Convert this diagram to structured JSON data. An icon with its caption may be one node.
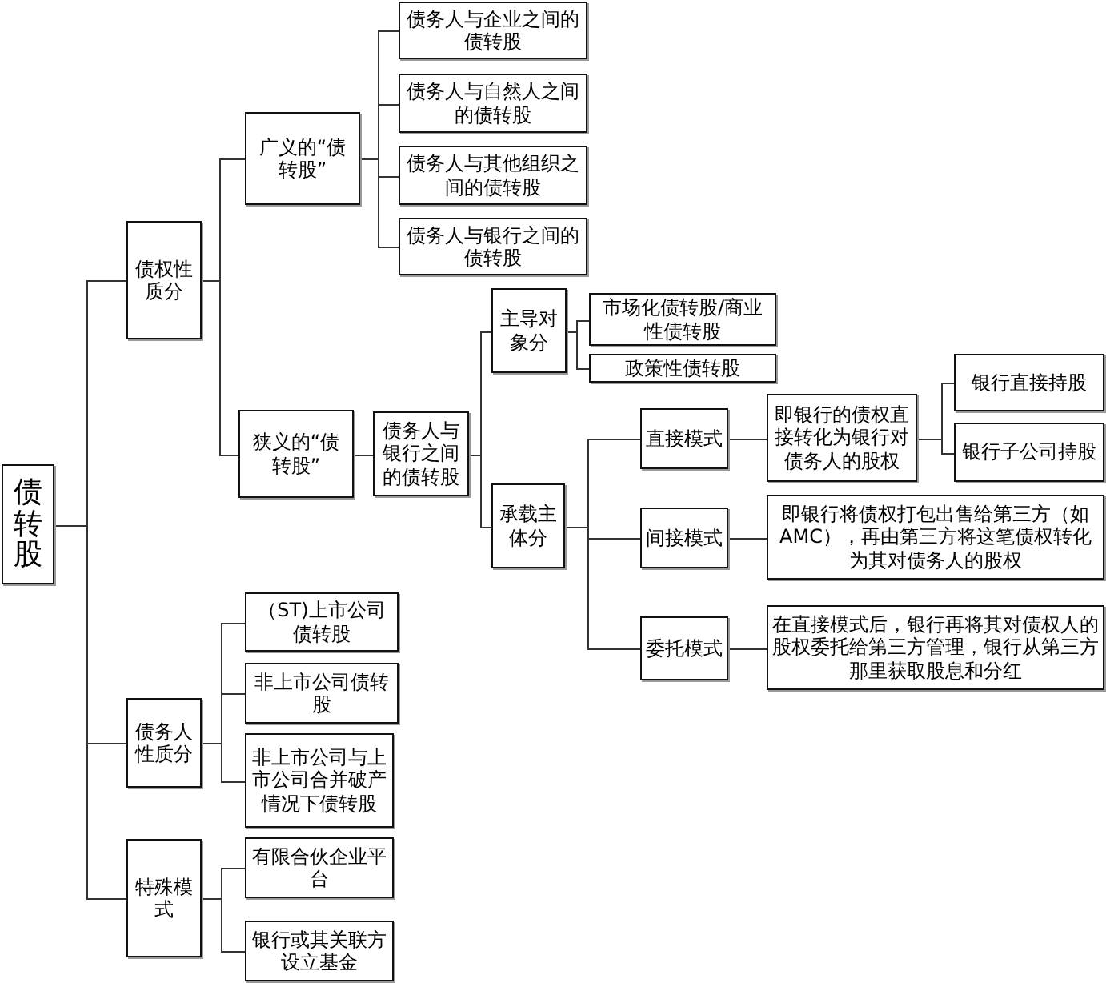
{
  "diagram": {
    "nodes": [
      {
        "text": [
          "债转股"
        ]
      },
      {
        "text": [
          "债权性质分"
        ]
      },
      {
        "text": [
          "广义的“债转股”"
        ]
      },
      {
        "text": [
          "债务人与企业之间的债转股"
        ]
      },
      {
        "text": [
          "债务人与自然人之间的债转股"
        ]
      },
      {
        "text": [
          "债务人与其他组织之间的债转股"
        ]
      },
      {
        "text": [
          "债务人与银行之间的债转股"
        ]
      },
      {
        "text": [
          "狭义的“债转股”"
        ]
      },
      {
        "text": [
          "债务人与银行之间的债转股"
        ]
      },
      {
        "text": [
          "主导对象分"
        ]
      },
      {
        "text": [
          "市场化债转股/商业性债转股"
        ]
      },
      {
        "text": [
          "政策性债转股"
        ]
      },
      {
        "text": [
          "承载主体分"
        ]
      },
      {
        "text": [
          "直接模式"
        ]
      },
      {
        "text": [
          "即银行的债权直接转化为银行对债务人的股权"
        ]
      },
      {
        "text": [
          "银行直接持股"
        ]
      },
      {
        "text": [
          "银行子公司持股"
        ]
      },
      {
        "text": [
          "间接模式"
        ]
      },
      {
        "text": [
          "即银行将债权打包出售给第三方（如AMC），再由第三方将这笔债权转化为其对债务人的股权"
        ]
      },
      {
        "text": [
          "委托模式"
        ]
      },
      {
        "text": [
          "在直接模式后，银行再将其对债权人的股权委托给第三方管理，银行从第三方那里获取股息和分红"
        ]
      },
      {
        "text": [
          "债务人性质分"
        ]
      },
      {
        "text": [
          "（ST)上市公司债转股"
        ]
      },
      {
        "text": [
          "非上市公司债转股"
        ]
      },
      {
        "text": [
          "非上市公司与上市公司合并破产情况下债转股"
        ]
      },
      {
        "text": [
          "特殊模式"
        ]
      },
      {
        "text": [
          "有限合伙企业平台"
        ]
      },
      {
        "text": [
          "银行或其关联方设立基金"
        ]
      }
    ],
    "edges": [
      {
        "from": 0,
        "to": 1,
        "arrow": "none"
      },
      {
        "from": 0,
        "to": 21,
        "arrow": "none"
      },
      {
        "from": 0,
        "to": 25,
        "arrow": "none"
      },
      {
        "from": 1,
        "to": 2,
        "arrow": "none"
      },
      {
        "from": 1,
        "to": 7,
        "arrow": "none"
      },
      {
        "from": 2,
        "to": 3,
        "arrow": "none"
      },
      {
        "from": 2,
        "to": 4,
        "arrow": "none"
      },
      {
        "from": 2,
        "to": 5,
        "arrow": "none"
      },
      {
        "from": 2,
        "to": 6,
        "arrow": "none"
      },
      {
        "from": 7,
        "to": 8,
        "arrow": "none"
      },
      {
        "from": 8,
        "to": 9,
        "arrow": "none"
      },
      {
        "from": 8,
        "to": 12,
        "arrow": "none"
      },
      {
        "from": 9,
        "to": 10,
        "arrow": "none"
      },
      {
        "from": 9,
        "to": 11,
        "arrow": "none"
      },
      {
        "from": 12,
        "to": 13,
        "arrow": "none"
      },
      {
        "from": 12,
        "to": 17,
        "arrow": "none"
      },
      {
        "from": 12,
        "to": 19,
        "arrow": "none"
      },
      {
        "from": 13,
        "to": 14,
        "arrow": "none"
      },
      {
        "from": 14,
        "to": 15,
        "arrow": "none"
      },
      {
        "from": 14,
        "to": 16,
        "arrow": "none"
      },
      {
        "from": 17,
        "to": 18,
        "arrow": "none"
      },
      {
        "from": 19,
        "to": 20,
        "arrow": "none"
      },
      {
        "from": 21,
        "to": 22,
        "arrow": "none"
      },
      {
        "from": 21,
        "to": 23,
        "arrow": "none"
      },
      {
        "from": 21,
        "to": 24,
        "arrow": "none"
      },
      {
        "from": 25,
        "to": 26,
        "arrow": "none"
      },
      {
        "from": 25,
        "to": 27,
        "arrow": "none"
      }
    ]
  }
}
